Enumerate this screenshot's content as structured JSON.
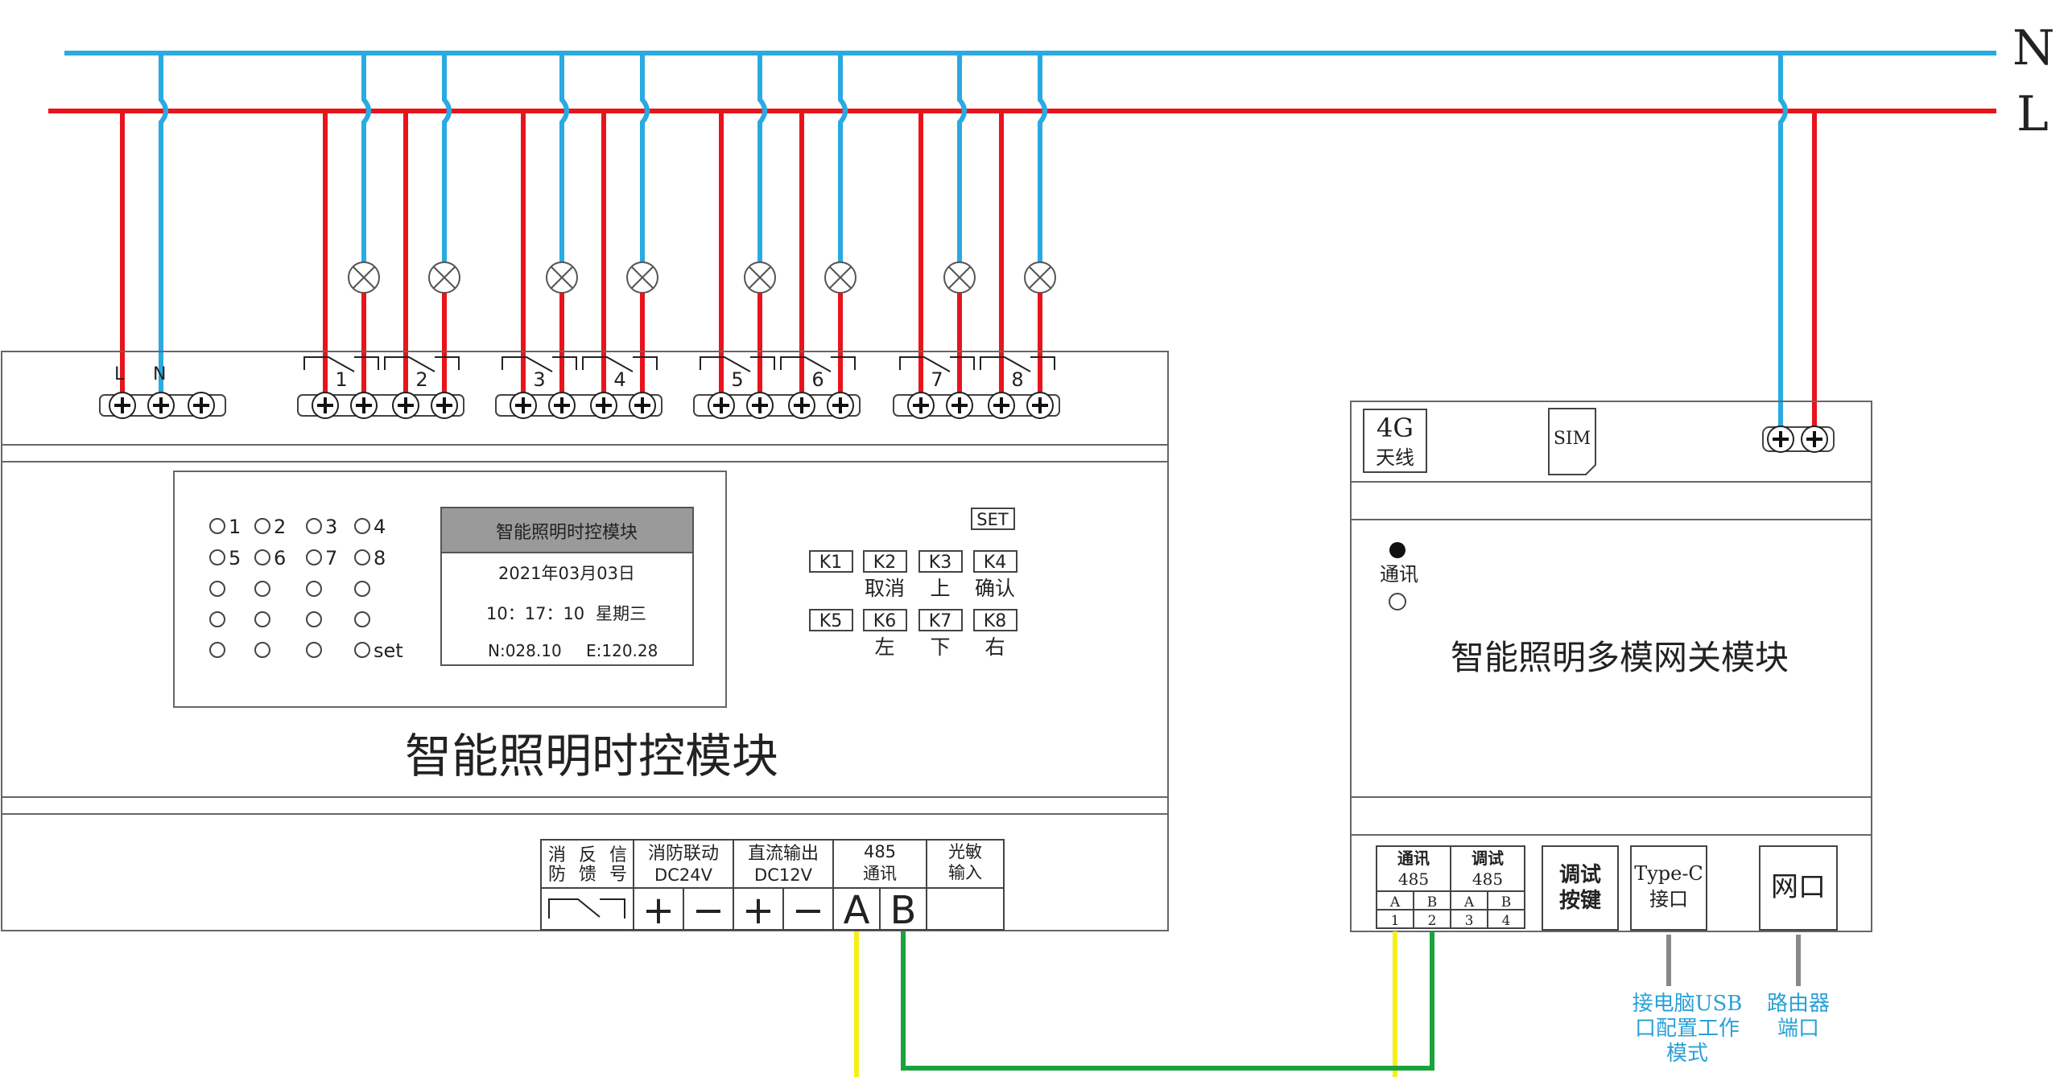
{
  "colors": {
    "neutral": "#29aae1",
    "live": "#e8141c",
    "wire_a": "#f5ef17",
    "wire_b": "#1aa33c",
    "lamp": "#555555",
    "text": "#222222",
    "note": "#2aa0d8"
  },
  "bus": {
    "n": "N",
    "l": "L"
  },
  "timer": {
    "terminal_l": "L",
    "terminal_n": "N",
    "channels": [
      "1",
      "2",
      "3",
      "4",
      "5",
      "6",
      "7",
      "8"
    ],
    "led_labels": [
      "1",
      "2",
      "3",
      "4",
      "5",
      "6",
      "7",
      "8",
      "set"
    ],
    "display": {
      "header": "智能照明时控模块",
      "date": "2021年03月03日",
      "time": "10：17：10",
      "weekday": "星期三",
      "lon": "N:028.10",
      "lat": "E:120.28"
    },
    "set_key": "SET",
    "keys": [
      {
        "id": "K1",
        "label": ""
      },
      {
        "id": "K2",
        "label": "取消"
      },
      {
        "id": "K3",
        "label": "上"
      },
      {
        "id": "K4",
        "label": "确认"
      },
      {
        "id": "K5",
        "label": ""
      },
      {
        "id": "K6",
        "label": "左"
      },
      {
        "id": "K7",
        "label": "下"
      },
      {
        "id": "K8",
        "label": "右"
      }
    ],
    "title": "智能照明时控模块",
    "bottom": {
      "fire_feedback": [
        "消",
        "反",
        "信",
        "防",
        "馈",
        "号"
      ],
      "fire_link": [
        "消防联动",
        "DC24V"
      ],
      "dc_out": [
        "直流输出",
        "DC12V"
      ],
      "rs485": [
        "485",
        "通讯"
      ],
      "light": [
        "光敏",
        "输入"
      ],
      "plus": "+",
      "minus": "−",
      "a": "A",
      "b": "B"
    }
  },
  "gateway": {
    "antenna": [
      "4G",
      "天线"
    ],
    "sim": "SIM",
    "comm_label": "通讯",
    "title": "智能照明多模网关模块",
    "comm485": [
      "通讯",
      "485"
    ],
    "debug485": [
      "调试",
      "485"
    ],
    "ab": [
      "A",
      "B",
      "A",
      "B"
    ],
    "pins": [
      "1",
      "2",
      "3",
      "4"
    ],
    "debug_key": [
      "调试",
      "按键"
    ],
    "typec": [
      "Type-C",
      "接口"
    ],
    "net": "网口",
    "note_usb": [
      "接电脑USB",
      "口配置工作",
      "模式"
    ],
    "note_router": [
      "路由器",
      "端口"
    ]
  }
}
